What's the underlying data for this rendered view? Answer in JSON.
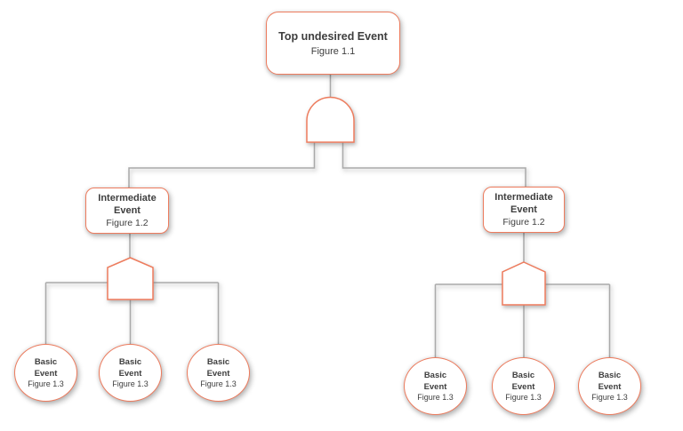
{
  "diagram_type": "fault-tree",
  "colors": {
    "accent": "#ED7B5D",
    "connector": "#A9A9A9",
    "text": "#3E3E3E",
    "background": "#FFFFFF"
  },
  "gates": {
    "top_gate_icon": "and-gate",
    "left_gate_icon": "or-gate",
    "right_gate_icon": "or-gate"
  },
  "nodes": {
    "top": {
      "label": "Top undesired Event",
      "figure": "Figure 1.1"
    },
    "left_intermediate": {
      "label": "Intermediate Event",
      "figure": "Figure 1.2"
    },
    "right_intermediate": {
      "label": "Intermediate Event",
      "figure": "Figure 1.2"
    },
    "left_basics": [
      {
        "label": "Basic Event",
        "figure": "Figure 1.3"
      },
      {
        "label": "Basic Event",
        "figure": "Figure 1.3"
      },
      {
        "label": "Basic Event",
        "figure": "Figure 1.3"
      }
    ],
    "right_basics": [
      {
        "label": "Basic Event",
        "figure": "Figure 1.3"
      },
      {
        "label": "Basic Event",
        "figure": "Figure 1.3"
      },
      {
        "label": "Basic Event",
        "figure": "Figure 1.3"
      }
    ]
  }
}
